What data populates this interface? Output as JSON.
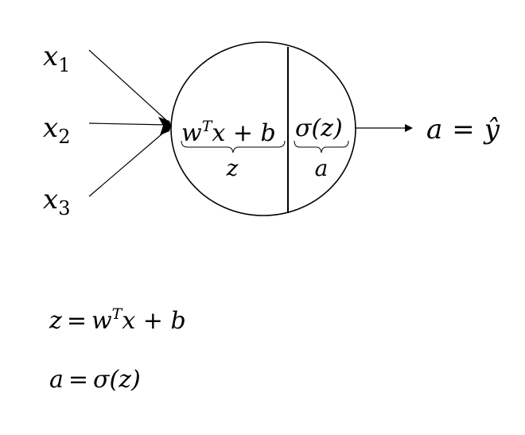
{
  "inputs": [
    {
      "base": "x",
      "sub": "1"
    },
    {
      "base": "x",
      "sub": "2"
    },
    {
      "base": "x",
      "sub": "3"
    }
  ],
  "linear": {
    "w": "w",
    "sup": "T",
    "rest": "x + b",
    "label": "z"
  },
  "activation": {
    "expr": "σ(z)",
    "label": "a"
  },
  "output": {
    "lhs": "a",
    "eq": "=",
    "rhs": "ŷ"
  },
  "equations": {
    "eq1": {
      "lhs": "z",
      "eq": "=",
      "w": "w",
      "sup": "T",
      "rest": "x + b"
    },
    "eq2": {
      "lhs": "a",
      "eq": "=",
      "rhs": "σ(z)"
    }
  },
  "colors": {
    "ink": "#000000",
    "background": "#ffffff"
  }
}
